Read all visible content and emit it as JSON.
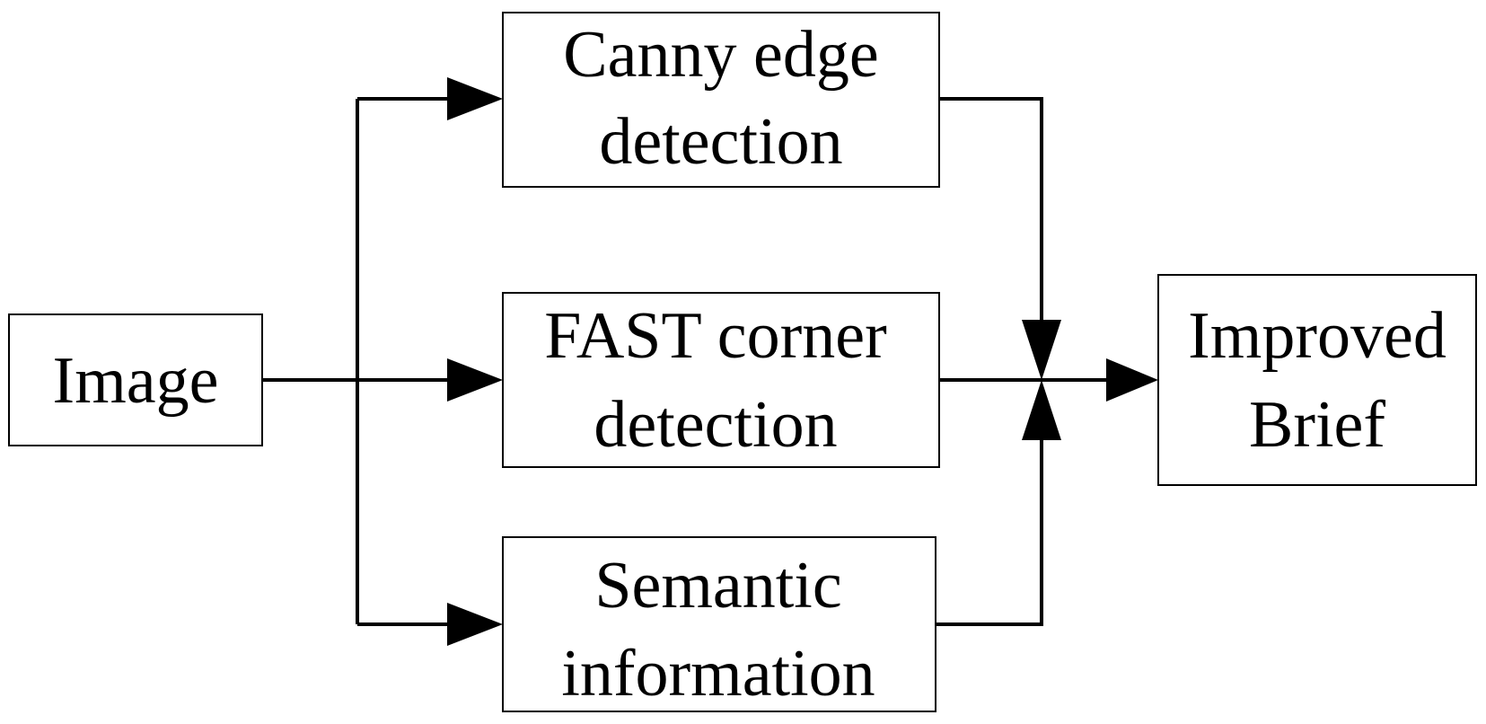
{
  "diagram": {
    "nodes": {
      "image": {
        "line1": "Image"
      },
      "canny": {
        "line1": "Canny edge",
        "line2": "detection"
      },
      "fast": {
        "line1": "FAST corner",
        "line2": "detection"
      },
      "semantic": {
        "line1": "Semantic",
        "line2": "information"
      },
      "brief": {
        "line1": "Improved",
        "line2": "Brief"
      }
    },
    "edges": [
      {
        "from": "image",
        "to": "canny"
      },
      {
        "from": "image",
        "to": "fast"
      },
      {
        "from": "image",
        "to": "semantic"
      },
      {
        "from": "canny",
        "to": "brief"
      },
      {
        "from": "fast",
        "to": "brief"
      },
      {
        "from": "semantic",
        "to": "brief"
      }
    ]
  }
}
